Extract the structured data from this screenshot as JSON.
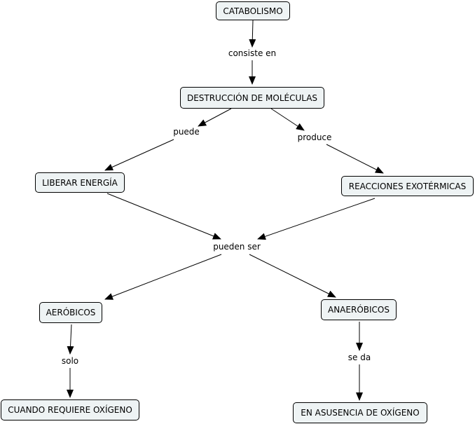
{
  "concepts": {
    "catabolismo": "CATABOLISMO",
    "destruccion": "DESTRUCCIÓN DE MOLÉCULAS",
    "liberar": "LIBERAR ENERGÍA",
    "reacciones": "REACCIONES EXOTÉRMICAS",
    "aerobicos": "AERÓBICOS",
    "anaerobicos": "ANAERÓBICOS",
    "cuando": "CUANDO REQUIERE OXÍGENO",
    "ausencia": "EN ASUSENCIA DE OXÍGENO"
  },
  "links": {
    "consiste": "consiste en",
    "puede": "puede",
    "produce": "produce",
    "pueden": "pueden ser",
    "solo": "solo",
    "seda": "se da"
  },
  "colors": {
    "node_fill": "#eef3f4",
    "line": "#000000"
  }
}
